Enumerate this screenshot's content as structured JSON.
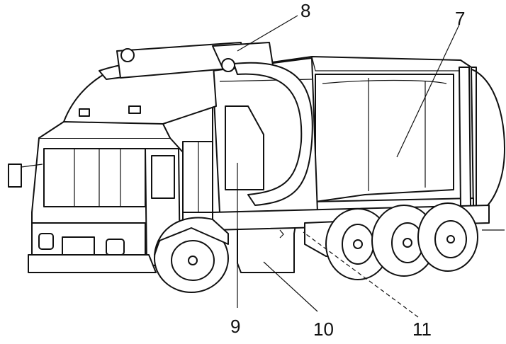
{
  "callouts": [
    {
      "label": "8"
    },
    {
      "label": "7"
    },
    {
      "label": "9"
    },
    {
      "label": "10"
    },
    {
      "label": "11"
    }
  ],
  "colors": {
    "line": "#111111",
    "background": "#ffffff"
  }
}
